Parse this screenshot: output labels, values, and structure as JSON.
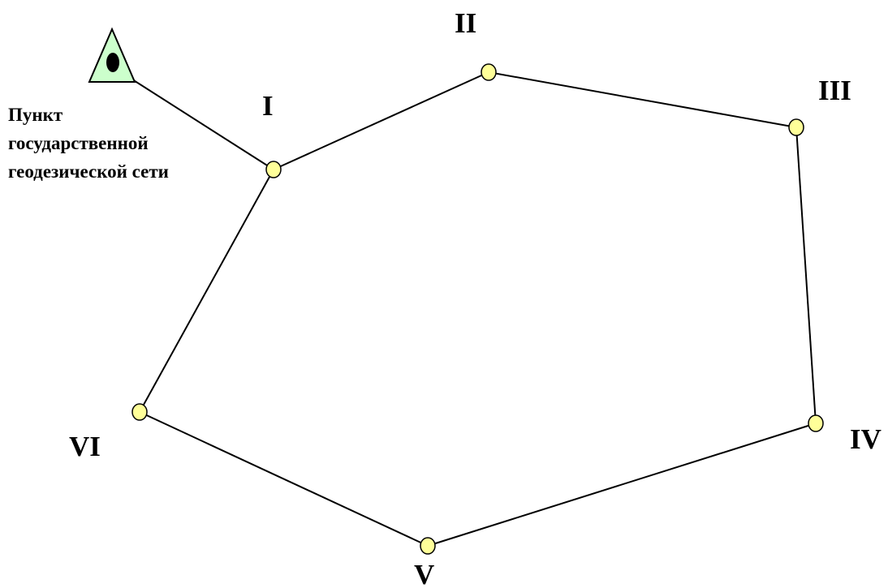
{
  "colors": {
    "station_fill": "#ffff99",
    "triangle_fill": "#ccffcc",
    "line": "#000000"
  },
  "geodetic_station": {
    "icon": "triangle-with-dot-icon",
    "caption_lines": [
      "Пункт",
      "государственной",
      "геодезической сети"
    ]
  },
  "traverse_points": [
    {
      "label": "I"
    },
    {
      "label": "II"
    },
    {
      "label": "III"
    },
    {
      "label": "IV"
    },
    {
      "label": "V"
    },
    {
      "label": "VI"
    }
  ]
}
